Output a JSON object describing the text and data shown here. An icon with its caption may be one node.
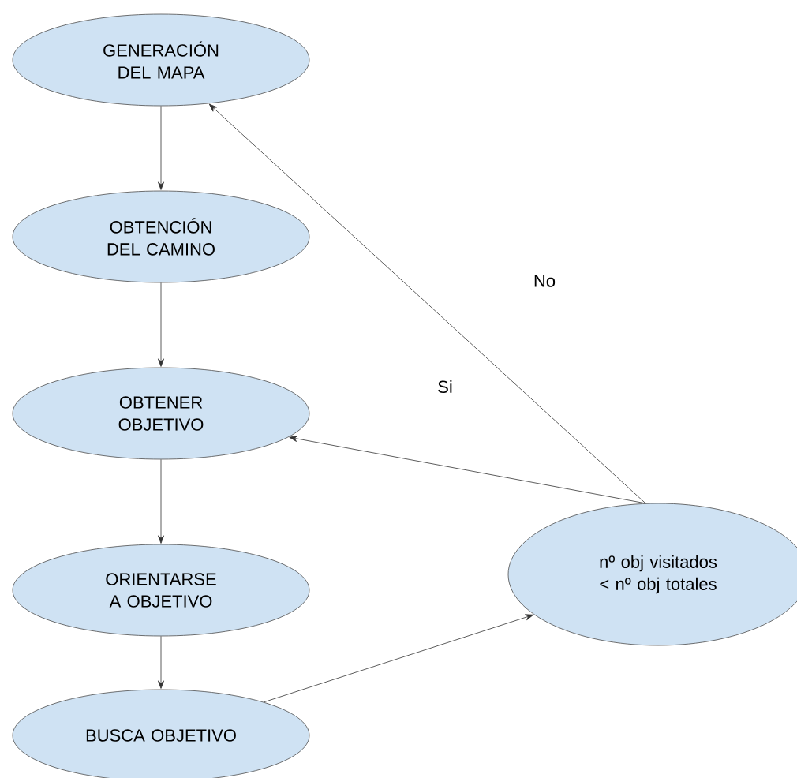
{
  "diagram": {
    "nodes": [
      {
        "text": [
          "GENERACIÓN DEL MAPA"
        ]
      },
      {
        "text": [
          "OBTENCIÓN DEL CAMINO"
        ]
      },
      {
        "text": [
          "OBTENER OBJETIVO"
        ]
      },
      {
        "text": [
          "ORIENTARSE A OBJETIVO"
        ]
      },
      {
        "text": [
          "BUSCA OBJETIVO"
        ]
      },
      {
        "text": [
          "nº obj visitados < nº obj totales"
        ]
      }
    ],
    "edges": [
      {
        "from": 0,
        "to": 1,
        "arrow": "to"
      },
      {
        "from": 1,
        "to": 2,
        "arrow": "to"
      },
      {
        "from": 2,
        "to": 3,
        "arrow": "to"
      },
      {
        "from": 3,
        "to": 4,
        "arrow": "to"
      },
      {
        "from": 4,
        "to": 5,
        "arrow": "to"
      },
      {
        "from": 5,
        "to": 0,
        "arrow": "to",
        "label": "No"
      },
      {
        "from": 5,
        "to": 2,
        "arrow": "to",
        "label": "Si"
      }
    ]
  }
}
